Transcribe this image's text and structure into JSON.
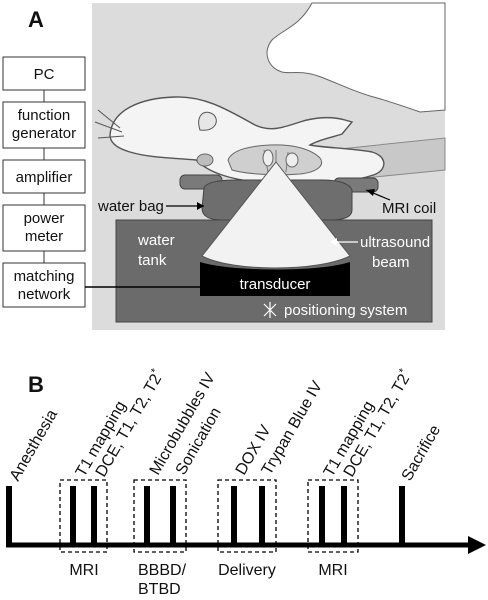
{
  "panel_a": {
    "label": "A",
    "chain": [
      "PC",
      "function generator",
      "amplifier",
      "power meter",
      "matching network"
    ],
    "labels": {
      "water_bag": "water bag",
      "mri_coil": "MRI coil",
      "water_tank": "water tank",
      "ultrasound_beam": "ultrasound beam",
      "transducer": "transducer",
      "positioning_system": "positioning system"
    }
  },
  "panel_b": {
    "label": "B",
    "events": [
      {
        "lines": [
          "Anesthesia"
        ]
      },
      {
        "lines": [
          "T1 mapping",
          "DCE, T1, T2, T2*"
        ]
      },
      {
        "lines": [
          "Microbubbles IV"
        ]
      },
      {
        "lines": [
          "Sonication"
        ]
      },
      {
        "lines": [
          "DOX IV"
        ]
      },
      {
        "lines": [
          "Trypan Blue IV"
        ]
      },
      {
        "lines": [
          "T1 mapping",
          "DCE, T1, T2, T2*"
        ]
      },
      {
        "lines": [
          "Sacrifice"
        ]
      }
    ],
    "groups": [
      {
        "lines": [
          "MRI"
        ]
      },
      {
        "lines": [
          "BBBD/",
          "BTBD"
        ]
      },
      {
        "lines": [
          "Delivery"
        ]
      },
      {
        "lines": [
          "MRI"
        ]
      }
    ]
  }
}
